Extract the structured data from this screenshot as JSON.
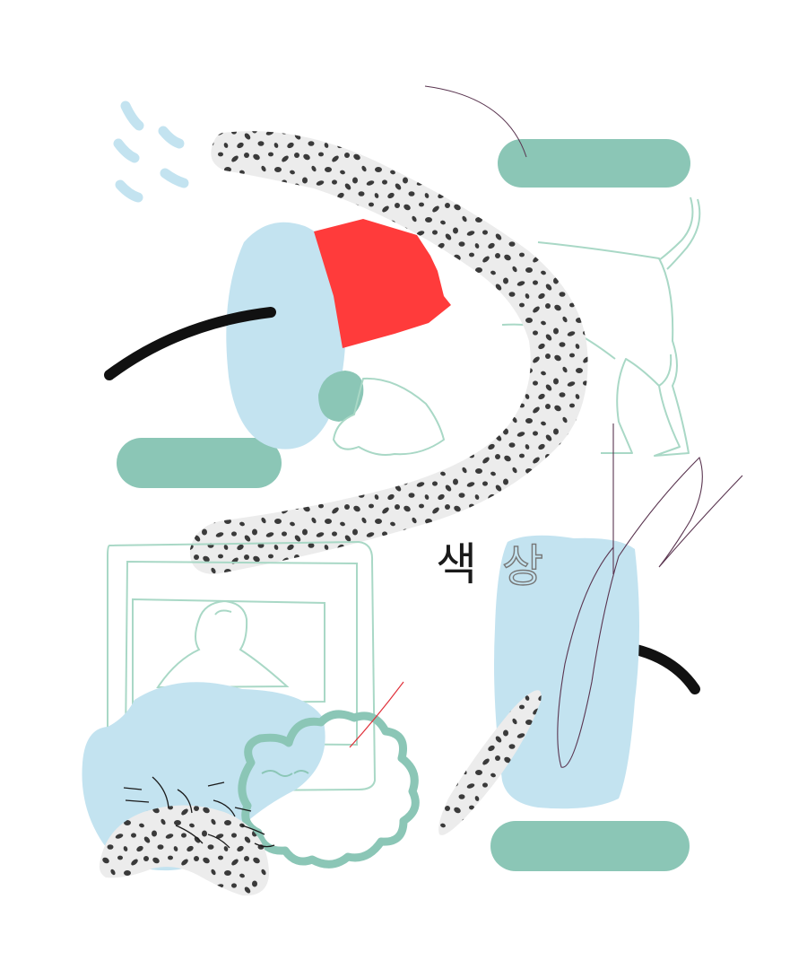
{
  "artwork": {
    "title_chars": [
      "색",
      "상"
    ],
    "colors": {
      "light_blue": "#c3e3f0",
      "mint": "#8bc6b6",
      "red": "#ff3b3b",
      "black": "#111111",
      "speckle_bg": "#ececec",
      "speckle_dot": "#3a3a3a",
      "outline_green": "#a9d8c6",
      "thin_line": "#5a3550",
      "red_line": "#e0303a"
    },
    "elements": [
      "rain-drops",
      "speckled-arc",
      "blue-oval",
      "red-block",
      "mint-pill-top",
      "mint-pill-left",
      "mint-pill-bottom",
      "black-stroke-left",
      "black-stroke-right",
      "dog-outline",
      "tv-outline",
      "blue-column",
      "wavy-cloud-outline",
      "speckled-blob",
      "speckled-feather",
      "hair-strokes"
    ]
  }
}
